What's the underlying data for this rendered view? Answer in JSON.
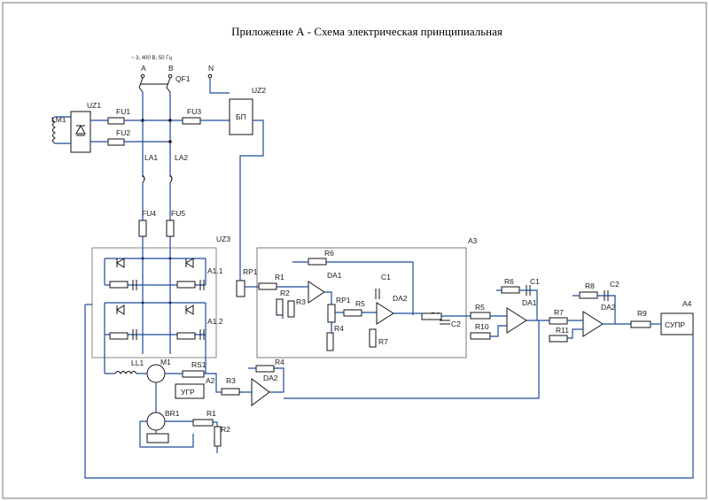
{
  "title": "Приложение А - Схема электрическая принципиальная",
  "supply_note": "~ 3, 400 В, 50 Гц",
  "labels": {
    "A": "A",
    "B": "B",
    "N": "N",
    "QF1": "QF1",
    "UZ1": "UZ1",
    "LM1": "LM1",
    "FU1": "FU1",
    "FU2": "FU2",
    "FU3": "FU3",
    "UZ2": "UZ2",
    "BP": "БП",
    "LA1": "LA1",
    "LA2": "LA2",
    "FU4": "FU4",
    "FU5": "FU5",
    "UZ3": "UZ3",
    "A11": "A1.1",
    "A12": "A1.2",
    "A3": "A3",
    "RP1a": "RP1",
    "R1a": "R1",
    "R2a": "R2",
    "R3a": "R3",
    "R6a": "R6",
    "DA1a": "DA1",
    "RP1b": "RP1",
    "R4a": "R4",
    "R5a": "R5",
    "C1a": "C1",
    "DA2a": "DA2",
    "R7a": "R7",
    "R8a": "R8",
    "C2a": "C2",
    "R5b": "R5",
    "R10": "R10",
    "R6b": "R6",
    "C1b": "C1",
    "DA1b": "DA1",
    "R7b": "R7",
    "R11": "R11",
    "R8b": "R8",
    "C2b": "C2",
    "DA2b": "DA2",
    "R9": "R9",
    "A4": "A4",
    "SUPR": "СУПР",
    "LL1": "LL1",
    "M1": "M1",
    "RS1": "RS1",
    "A2": "A2",
    "UGR": "УГР",
    "R3b": "R3",
    "R4b": "R4",
    "DA2c": "DA2",
    "BR1": "BR1",
    "R1b": "R1",
    "R2b": "R2"
  }
}
